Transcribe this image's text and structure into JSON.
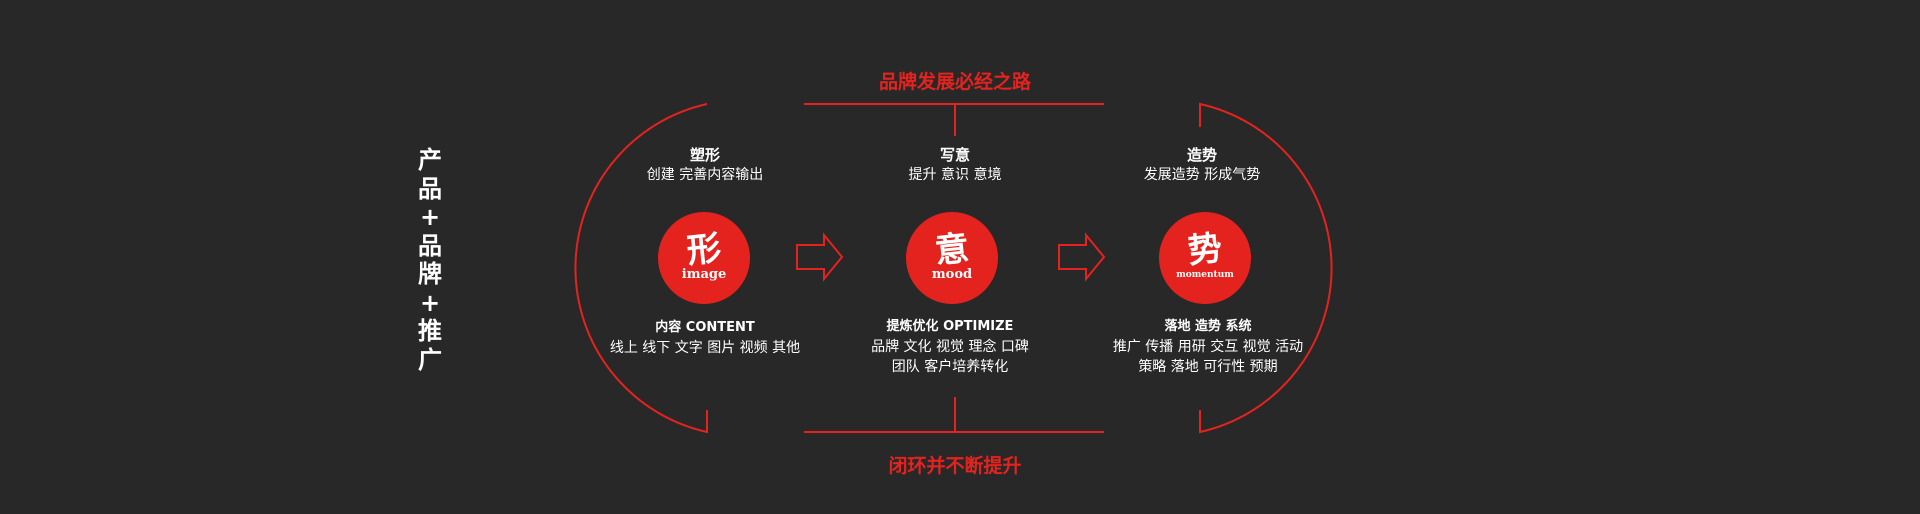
{
  "left_title_chars": [
    "产",
    "品",
    "+",
    "品",
    "牌",
    "+",
    "推",
    "广"
  ],
  "top_title": "品牌发展必经之路",
  "bottom_title": "闭环并不断提升",
  "stages": [
    {
      "title": "塑形",
      "subtitle": "创建 完善内容输出",
      "glyph": "形",
      "english": "image",
      "detail_title": "内容 CONTENT",
      "detail_lines": [
        "线上 线下 文字 图片 视频 其他"
      ]
    },
    {
      "title": "写意",
      "subtitle": "提升 意识 意境",
      "glyph": "意",
      "english": "mood",
      "detail_title": "提炼优化  OPTIMIZE",
      "detail_lines": [
        "品牌 文化  视觉  理念 口碑",
        "团队 客户培养转化"
      ]
    },
    {
      "title": "造势",
      "subtitle": "发展造势  形成气势",
      "glyph": "势",
      "english": "momentum",
      "detail_title": "落地 造势 系统",
      "detail_lines": [
        "推广 传播  用研 交互 视觉 活动",
        "策略  落地  可行性 预期"
      ]
    }
  ],
  "colors": {
    "accent": "#e4231e",
    "background": "#282828",
    "text": "#ffffff"
  },
  "icons": [
    "right-arrow-icon",
    "right-arrow-icon"
  ]
}
